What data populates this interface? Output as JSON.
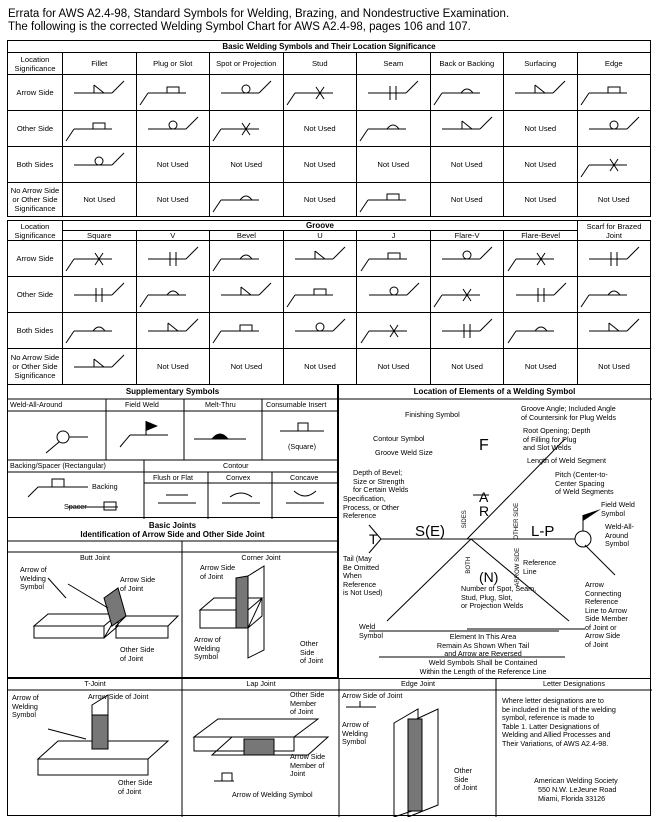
{
  "header": {
    "line1": "Errata for AWS A2.4-98, Standard Symbols for Welding, Brazing, and Nondestructive Examination.",
    "line2": "The following is the corrected Welding Symbol Chart for AWS A2.4-98, pages 106 and 107."
  },
  "basic": {
    "title": "Basic Welding Symbols and Their Location Significance",
    "loc_header": "Location Significance",
    "columns": [
      "Fillet",
      "Plug or Slot",
      "Spot or Projection",
      "Stud",
      "Seam",
      "Back or Backing",
      "Surfacing",
      "Edge"
    ],
    "rows": [
      {
        "label": "Arrow Side",
        "cells": [
          "s",
          "s",
          "s",
          "s",
          "s",
          "s",
          "s",
          "s"
        ]
      },
      {
        "label": "Other Side",
        "cells": [
          "s",
          "s",
          "s",
          "Not Used",
          "s",
          "s",
          "Not Used",
          "s"
        ]
      },
      {
        "label": "Both Sides",
        "cells": [
          "s",
          "Not Used",
          "Not Used",
          "Not Used",
          "Not Used",
          "Not Used",
          "Not Used",
          "s"
        ]
      },
      {
        "label": "No Arrow Side or Other Side Significance",
        "cells": [
          "Not Used",
          "Not Used",
          "s",
          "Not Used",
          "s",
          "Not Used",
          "Not Used",
          "Not Used"
        ]
      }
    ]
  },
  "groove": {
    "title": "Groove",
    "loc_header": "Location Significance",
    "columns": [
      "Square",
      "V",
      "Bevel",
      "U",
      "J",
      "Flare-V",
      "Flare-Bevel"
    ],
    "scarf": "Scarf for Brazed Joint",
    "rows": [
      {
        "label": "Arrow Side"
      },
      {
        "label": "Other Side"
      },
      {
        "label": "Both Sides"
      },
      {
        "label": "No Arrow Side or Other Side Significance",
        "not_used": "Not Used"
      }
    ]
  },
  "supp": {
    "title": "Supplementary Symbols",
    "items": [
      "Weld-All-Around",
      "Field Weld",
      "Melt-Thru",
      "Consumable Insert"
    ],
    "square": "(Square)",
    "backing_title": "Backing/Spacer (Rectangular)",
    "backing": "Backing",
    "spacer": "Spacer",
    "contour": "Contour",
    "contour_items": [
      "Flush or Flat",
      "Convex",
      "Concave"
    ]
  },
  "joints": {
    "title1": "Basic Joints",
    "title2": "Identification of Arrow Side and Other Side Joint",
    "butt": {
      "title": "Butt Joint",
      "a": "Arrow of\nWelding\nSymbol",
      "b": "Arrow Side\nof Joint",
      "c": "Other Side\nof Joint"
    },
    "corner": {
      "title": "Corner Joint",
      "a": "Arrow Side\nof Joint",
      "b": "Arrow of\nWelding\nSymbol",
      "c": "Other\nSide\nof Joint"
    },
    "tjoint": {
      "title": "T-Joint",
      "a": "Arrow of\nWelding\nSymbol",
      "b": "Arrow Side of Joint",
      "c": "Other Side\nof Joint"
    },
    "lap": {
      "title": "Lap Joint",
      "a": "Other Side\nMember\nof Joint",
      "b": "Arrow Side\nMember of\nJoint",
      "c": "Arrow of Welding Symbol"
    },
    "edge": {
      "title": "Edge Joint",
      "a": "Arrow Side of Joint",
      "b": "Arrow of\nWelding\nSymbol",
      "c": "Other\nSide\nof Joint"
    }
  },
  "location": {
    "title": "Location of Elements of a Welding Symbol",
    "finishing": "Finishing Symbol",
    "contour": "Contour Symbol",
    "groove_size": "Groove Weld Size",
    "depth": "Depth of Bevel;\nSize or Strength\nfor Certain Welds",
    "spec": "Specification,\nProcess, or Other\nReference",
    "tail": "Tail (May\nBe Omitted\nWhen\nReference\nis Not Used)",
    "weld_symbol": "Weld\nSymbol",
    "groove_angle": "Groove Angle; Included Angle\nof Countersink for Plug Welds",
    "root": "Root Opening; Depth\nof Filling for Plug\nand Slot Welds",
    "length": "Length of Weld Segment",
    "pitch": "Pitch (Center-to-\nCenter Spacing\nof Weld Segments",
    "field": "Field Weld\nSymbol",
    "all_around": "Weld-All-\nAround\nSymbol",
    "ref_line": "Reference\nLine",
    "arrow_conn": "Arrow\nConnecting\nReference\nLine to Arrow\nSide Member\nof Joint or\nArrow Side\nof Joint",
    "number": "Number of Spot, Seam,\nStud, Plug, Slot,\nor Projection Welds",
    "element": "Element In This Area\nRemain As Shown When Tail\nand Arrow are Reversed",
    "contained": "Weld Symbols Shall be Contained\nWithin the Length of the Reference Line",
    "F": "F",
    "A": "A",
    "R": "R",
    "SE": "S(E)",
    "LP": "L-P",
    "N": "(N)",
    "T": "T",
    "sides": "SIDES",
    "other_side": "OTHER SIDE",
    "both": "BOTH",
    "arrow_side": "ARROW SIDE"
  },
  "letters": {
    "title": "Letter Designations",
    "body": "Where letter designations are to\nbe included in the tail of the welding\nsymbol, reference is made to\nTable 1. Latter Designations of\nWelding and Allied Processes and\nTheir Variations, of AWS A2.4-98.",
    "org1": "American Welding Society",
    "org2": "550 N.W. LeJeune Road",
    "org3": "Miami, Florida 33126"
  }
}
